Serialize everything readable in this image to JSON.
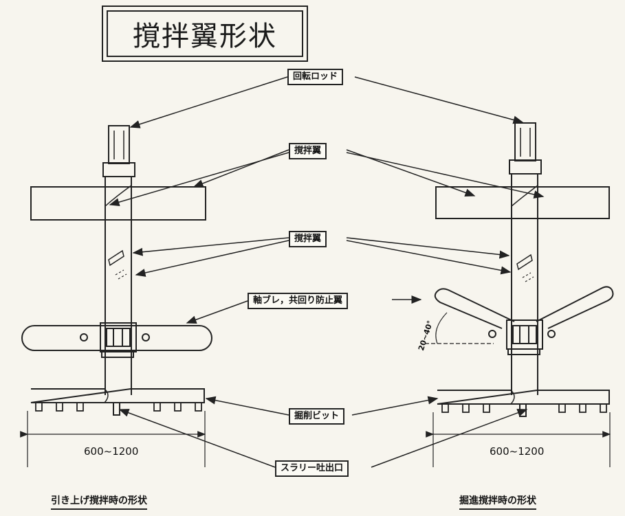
{
  "title": "撹拌翼形状",
  "labels": {
    "rotating_rod": "回転ロッド",
    "mixing_blade_upper": "撹拌翼",
    "mixing_blade_mid": "撹拌翼",
    "anti_corotation": "軸ブレ，共回り防止翼",
    "drilling_bit": "掘削ビット",
    "slurry_outlet": "スラリー吐出口"
  },
  "dimensions": {
    "left_width": "600~1200",
    "right_width": "600~1200",
    "angle": "20~40°"
  },
  "captions": {
    "left": "引き上げ撹拌時の形状",
    "right": "掘進撹拌時の形状"
  },
  "colors": {
    "line": "#222222",
    "paper": "#f7f5ee"
  }
}
